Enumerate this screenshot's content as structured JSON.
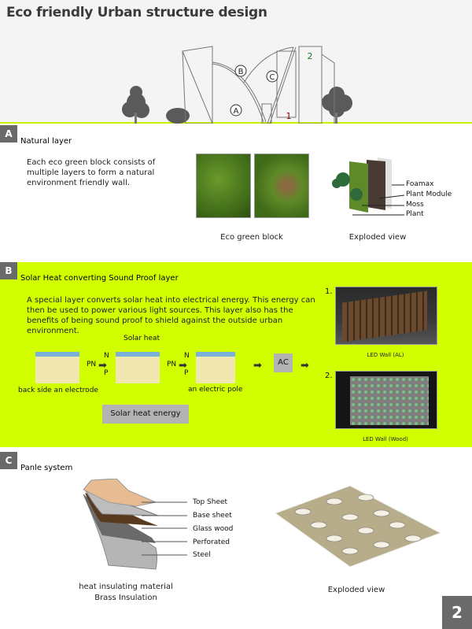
{
  "title": "Eco friendly Urban structure design",
  "hero": {
    "zone_labels": [
      "A",
      "B",
      "C"
    ],
    "number_labels": [
      {
        "text": "1",
        "color": "#8b0000"
      },
      {
        "text": "2",
        "color": "#1a7a2a"
      }
    ]
  },
  "sections": {
    "a": {
      "badge": "A",
      "title": "Natural layer",
      "description": "Each eco green block consists of multiple layers to form a natural environment friendly wall.",
      "caption_block": "Eco green block",
      "caption_exploded": "Exploded view",
      "exploded_labels": [
        "Foamax",
        "Plant Module",
        "Moss",
        "Plant"
      ]
    },
    "b": {
      "badge": "B",
      "title": "Solar Heat converting Sound Proof layer",
      "description": "A special layer converts solar heat into electrical energy. This energy can then be used to power various light sources. This layer also has the benefits of being sound proof to shield against the outside urban environment.",
      "diagram": {
        "solar_heat_label": "Solar heat",
        "pn_label": "PN",
        "n_label": "N",
        "p_label": "P",
        "caption_left": "back side an electrode",
        "caption_right": "an electric pole",
        "ac_label": "AC",
        "energy_box": "Solar heat energy"
      },
      "led_walls": [
        {
          "number": "1.",
          "number_color": "#b03000",
          "caption": "LED Wall (AL)"
        },
        {
          "number": "2.",
          "number_color": "#1a8a2a",
          "caption": "LED Wall (Wood)"
        }
      ]
    },
    "c": {
      "badge": "C",
      "title": "Panle system",
      "layer_labels": [
        "Top Sheet",
        "Base sheet",
        "Glass wood",
        "Perforated",
        "Steel"
      ],
      "caption_line1": "heat insulating material",
      "caption_line2": "Brass Insulation",
      "caption_exploded": "Exploded view"
    }
  },
  "page_number": "2",
  "colors": {
    "accent_green": "#d2ff00",
    "badge_gray": "#6a6a6a",
    "box_gray": "#b3b3b3"
  }
}
